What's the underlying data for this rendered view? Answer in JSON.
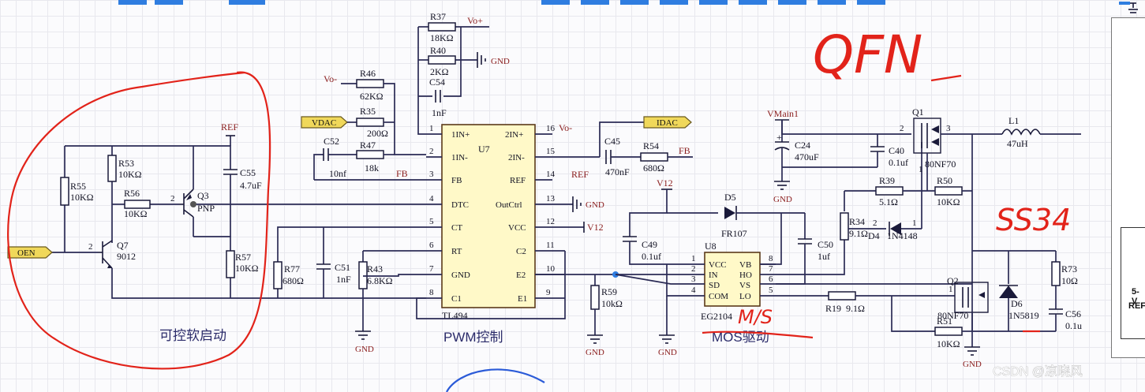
{
  "annotations": {
    "qfn": "QFN",
    "ss34": "SS34",
    "ms": "M/S",
    "soft_start": "可控软启动"
  },
  "captions": {
    "pwm": "PWM控制",
    "mos": "MOS驱动"
  },
  "ics": {
    "u7": {
      "ref": "U7",
      "part": "TL494",
      "left_pins": [
        {
          "num": "1",
          "name": "1IN+"
        },
        {
          "num": "2",
          "name": "1IN-"
        },
        {
          "num": "3",
          "name": "FB"
        },
        {
          "num": "4",
          "name": "DTC"
        },
        {
          "num": "5",
          "name": "CT"
        },
        {
          "num": "6",
          "name": "RT"
        },
        {
          "num": "7",
          "name": "GND"
        },
        {
          "num": "8",
          "name": "C1"
        }
      ],
      "right_pins": [
        {
          "num": "16",
          "name": "2IN+"
        },
        {
          "num": "15",
          "name": "2IN-"
        },
        {
          "num": "14",
          "name": "REF"
        },
        {
          "num": "13",
          "name": "OutCtrl"
        },
        {
          "num": "12",
          "name": "VCC"
        },
        {
          "num": "11",
          "name": "C2"
        },
        {
          "num": "10",
          "name": "E2"
        },
        {
          "num": "9",
          "name": "E1"
        }
      ]
    },
    "u8": {
      "ref": "U8",
      "part": "EG2104",
      "left_pins": [
        {
          "num": "1",
          "name": "VCC"
        },
        {
          "num": "2",
          "name": "IN"
        },
        {
          "num": "3",
          "name": "SD"
        },
        {
          "num": "4",
          "name": "COM"
        }
      ],
      "right_pins": [
        {
          "num": "8",
          "name": "VB"
        },
        {
          "num": "7",
          "name": "HO"
        },
        {
          "num": "6",
          "name": "VS"
        },
        {
          "num": "5",
          "name": "LO"
        }
      ]
    }
  },
  "components": {
    "r37": {
      "ref": "R37",
      "value": "18KΩ"
    },
    "r40": {
      "ref": "R40",
      "value": "2KΩ"
    },
    "c54": {
      "ref": "C54",
      "value": "1nF"
    },
    "r46": {
      "ref": "R46",
      "value": "62KΩ"
    },
    "r35": {
      "ref": "R35",
      "value": "200Ω"
    },
    "c52": {
      "ref": "C52",
      "value": "10nf"
    },
    "r47": {
      "ref": "R47",
      "value": "18k"
    },
    "r53": {
      "ref": "R53",
      "value": "10KΩ"
    },
    "r55": {
      "ref": "R55",
      "value": "10KΩ"
    },
    "r56": {
      "ref": "R56",
      "value": "10KΩ"
    },
    "q3": {
      "ref": "Q3",
      "value": "PNP"
    },
    "c55": {
      "ref": "C55",
      "value": "4.7uF"
    },
    "q7": {
      "ref": "Q7",
      "value": "9012"
    },
    "r57": {
      "ref": "R57",
      "value": "10KΩ"
    },
    "r77": {
      "ref": "R77",
      "value": "680Ω"
    },
    "c51": {
      "ref": "C51",
      "value": "1nF"
    },
    "r43": {
      "ref": "R43",
      "value": "6.8KΩ"
    },
    "c45": {
      "ref": "C45",
      "value": "470nF"
    },
    "r54": {
      "ref": "R54",
      "value": "680Ω"
    },
    "r59": {
      "ref": "R59",
      "value": "10kΩ"
    },
    "c49": {
      "ref": "C49",
      "value": "0.1uf"
    },
    "d5": {
      "ref": "D5",
      "value": "FR107"
    },
    "c50": {
      "ref": "C50",
      "value": "1uf"
    },
    "c24": {
      "ref": "C24",
      "value": "470uF"
    },
    "c40": {
      "ref": "C40",
      "value": "0.1uf"
    },
    "q1": {
      "ref": "Q1",
      "value": "80NF70"
    },
    "l1": {
      "ref": "L1",
      "value": "47uH"
    },
    "r39": {
      "ref": "R39",
      "value": "5.1Ω"
    },
    "r50": {
      "ref": "R50",
      "value": "10KΩ"
    },
    "r34": {
      "ref": "R34",
      "value": "9.1Ω"
    },
    "d4": {
      "ref": "D4",
      "value": "1N4148"
    },
    "q2": {
      "ref": "Q2",
      "value": "80NF70"
    },
    "d6": {
      "ref": "D6",
      "value": "1N5819"
    },
    "r73": {
      "ref": "R73",
      "value": "10Ω"
    },
    "c56": {
      "ref": "C56",
      "value": "0.1u"
    },
    "r19": {
      "ref": "R19",
      "value": "9.1Ω"
    },
    "r51": {
      "ref": "R51",
      "value": "10KΩ"
    }
  },
  "nets": {
    "vo_plus": "Vo+",
    "vo_minus_left": "Vo-",
    "vo_minus_right": "Vo-",
    "gnd": "GND",
    "ref_left": "REF",
    "ref_right": "REF",
    "fb_left": "FB",
    "fb_right": "FB",
    "v12_a": "V12",
    "v12_b": "V12",
    "vmain1": "VMain1"
  },
  "ports": {
    "vdac": "VDAC",
    "idac": "IDAC",
    "oen": "OEN"
  },
  "pin_numbers": {
    "q3_base": "2",
    "q7_base": "2",
    "q1_gate": "2",
    "q1_drain": "3",
    "q1_source": "1",
    "d4_a": "2",
    "d4_k": "1",
    "q2_gate": "1"
  },
  "side_panel": {
    "line1": "5-V",
    "line2": "REF"
  },
  "watermark": "CSDN @凉晓风",
  "colors": {
    "annotation": "#e2231a",
    "ic_fill": "#fff9c8",
    "grid": "#e8e8ee",
    "wire": "#2b2b55",
    "net_label": "#8a1c1c"
  }
}
